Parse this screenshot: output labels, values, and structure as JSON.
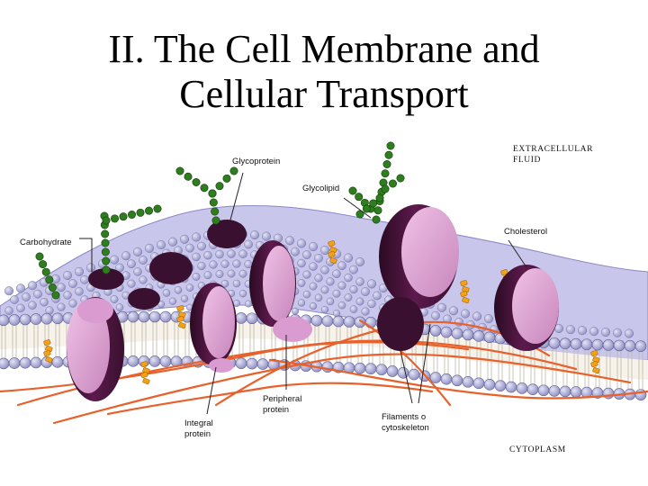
{
  "title": {
    "line1": "II.  The Cell Membrane and",
    "line2": "Cellular Transport"
  },
  "labels": {
    "extracellular_1": "EXTRACELLULAR",
    "extracellular_2": "FLUID",
    "glycoprotein": "Glycoprotein",
    "glycolipid": "Glycolipid",
    "carbohydrate": "Carbohydrate",
    "cholesterol": "Cholesterol",
    "peripheral_1": "Peripheral",
    "peripheral_2": "protein",
    "integral_1": "Integral",
    "integral_2": "protein",
    "filaments_1": "Filaments o",
    "filaments_2": "cytoskeleton",
    "cytoplasm": "CYTOPLASM"
  },
  "colors": {
    "head_fill": "#a8a8d8",
    "head_stroke": "#5a5a8a",
    "protein_fill": "#d99bd0",
    "protein_dark": "#3a1030",
    "sugar": "#2e7d1e",
    "cholesterol": "#f2a21a",
    "filament": "#e8602a"
  }
}
